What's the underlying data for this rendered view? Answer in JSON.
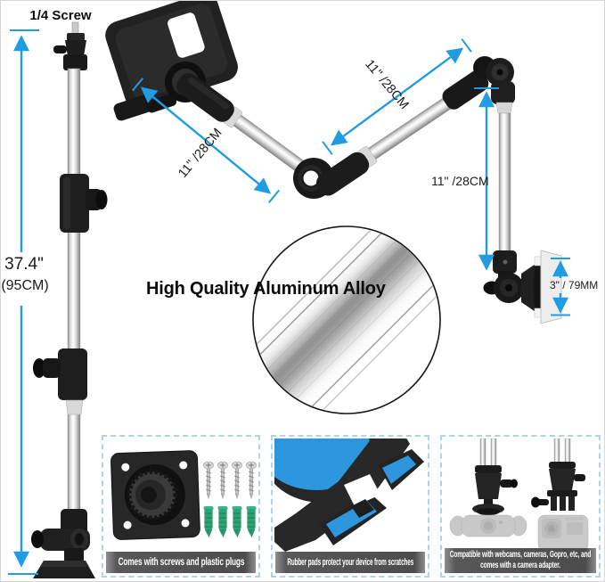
{
  "measurements": {
    "screw_label": "1/4 Screw",
    "pole_height_in": "37.4\"",
    "pole_height_cm": "(95CM)",
    "arm_segment_upper": "11\" /28CM",
    "arm_segment_middle": "11\" /28CM",
    "arm_segment_vertical": "11\" /28CM",
    "wall_plate_size": "3\" / 79MM"
  },
  "callout": {
    "material_text": "High Quality Aluminum Alloy"
  },
  "feature_panels": [
    {
      "caption": "Comes with screws and plastic plugs"
    },
    {
      "caption": "Rubber pads protect your device from scratches"
    },
    {
      "caption": "Compatible with webcams, cameras, Gopro, etc, and comes with a camera adapter."
    }
  ],
  "colors": {
    "measurement_blue": "#219be2",
    "panel_border_blue": "#a9d6ec",
    "caption_bar_gray": "#575757",
    "rubber_pad_blue": "#2e96dc",
    "wall_plug_green": "#2fa377"
  }
}
